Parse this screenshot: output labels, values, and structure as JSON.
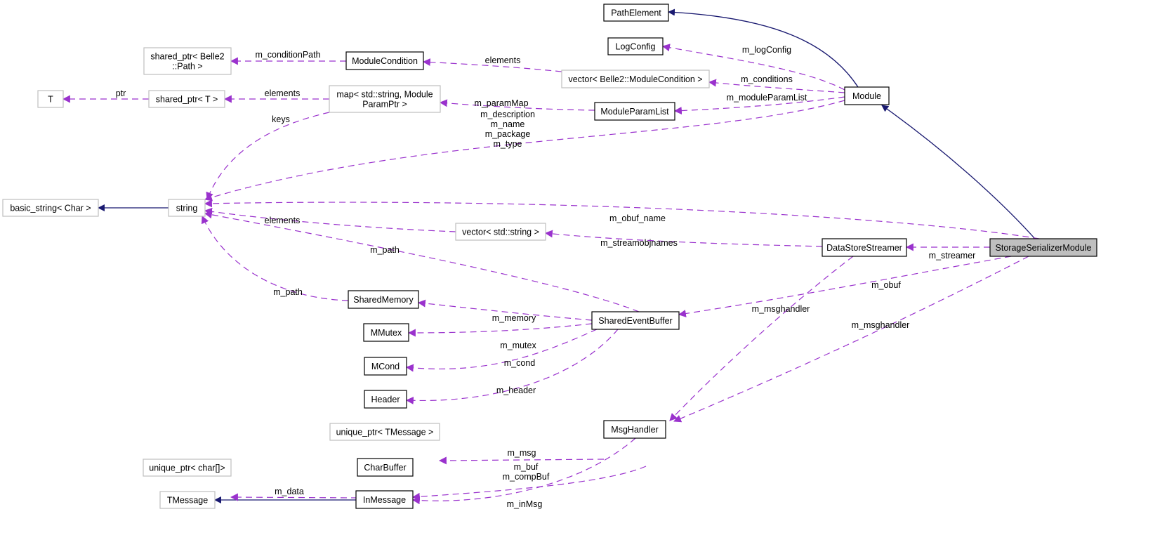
{
  "colors": {
    "inherit_edge": "#191970",
    "use_edge": "#9a32cd",
    "focus_fill": "#bfbfbf",
    "doc_border": "#000000",
    "ext_border": "#bfbfbf"
  },
  "nodes": {
    "PathElement": {
      "lines": [
        "PathElement"
      ],
      "kind": "doc"
    },
    "LogConfig": {
      "lines": [
        "LogConfig"
      ],
      "kind": "doc"
    },
    "ModuleCondition": {
      "lines": [
        "ModuleCondition"
      ],
      "kind": "doc"
    },
    "vectorModuleCondition": {
      "lines": [
        "vector< Belle2::ModuleCondition >"
      ],
      "kind": "ext"
    },
    "sharedPtrPath": {
      "lines": [
        "shared_ptr< Belle2",
        "::Path >"
      ],
      "kind": "ext"
    },
    "T": {
      "lines": [
        "T"
      ],
      "kind": "ext"
    },
    "sharedPtrT": {
      "lines": [
        "shared_ptr< T >"
      ],
      "kind": "ext"
    },
    "mapParam": {
      "lines": [
        "map< std::string, Module",
        "ParamPtr >"
      ],
      "kind": "ext"
    },
    "ModuleParamList": {
      "lines": [
        "ModuleParamList"
      ],
      "kind": "doc"
    },
    "Module": {
      "lines": [
        "Module"
      ],
      "kind": "doc"
    },
    "basicString": {
      "lines": [
        "basic_string< Char >"
      ],
      "kind": "ext"
    },
    "string": {
      "lines": [
        "string"
      ],
      "kind": "ext"
    },
    "vectorString": {
      "lines": [
        "vector< std::string >"
      ],
      "kind": "ext"
    },
    "DataStoreStreamer": {
      "lines": [
        "DataStoreStreamer"
      ],
      "kind": "doc"
    },
    "StorageSerializerModule": {
      "lines": [
        "StorageSerializerModule"
      ],
      "kind": "focus"
    },
    "SharedMemory": {
      "lines": [
        "SharedMemory"
      ],
      "kind": "doc"
    },
    "SharedEventBuffer": {
      "lines": [
        "SharedEventBuffer"
      ],
      "kind": "doc"
    },
    "MMutex": {
      "lines": [
        "MMutex"
      ],
      "kind": "doc"
    },
    "MCond": {
      "lines": [
        "MCond"
      ],
      "kind": "doc"
    },
    "Header": {
      "lines": [
        "Header"
      ],
      "kind": "doc"
    },
    "uniquePtrTMessage": {
      "lines": [
        "unique_ptr< TMessage >"
      ],
      "kind": "ext"
    },
    "MsgHandler": {
      "lines": [
        "MsgHandler"
      ],
      "kind": "doc"
    },
    "uniquePtrChar": {
      "lines": [
        "unique_ptr< char[]>"
      ],
      "kind": "ext"
    },
    "CharBuffer": {
      "lines": [
        "CharBuffer"
      ],
      "kind": "doc"
    },
    "TMessage": {
      "lines": [
        "TMessage"
      ],
      "kind": "ext"
    },
    "InMessage": {
      "lines": [
        "InMessage"
      ],
      "kind": "doc"
    }
  },
  "edges": [
    {
      "from": "Module",
      "to": "PathElement",
      "type": "inherit",
      "label": []
    },
    {
      "from": "StorageSerializerModule",
      "to": "Module",
      "type": "inherit",
      "label": []
    },
    {
      "from": "string",
      "to": "basicString",
      "type": "inherit",
      "label": []
    },
    {
      "from": "InMessage",
      "to": "TMessage",
      "type": "inherit",
      "label": []
    },
    {
      "from": "Module",
      "to": "LogConfig",
      "type": "use",
      "label": [
        "m_logConfig"
      ]
    },
    {
      "from": "Module",
      "to": "vectorModuleCondition",
      "type": "use",
      "label": [
        "m_conditions"
      ]
    },
    {
      "from": "Module",
      "to": "ModuleParamList",
      "type": "use",
      "label": [
        "m_moduleParamList"
      ]
    },
    {
      "from": "Module",
      "to": "string",
      "type": "use",
      "label": [
        "m_description",
        "m_name",
        "m_package",
        "m_type"
      ]
    },
    {
      "from": "vectorModuleCondition",
      "to": "ModuleCondition",
      "type": "use",
      "label": [
        "elements"
      ]
    },
    {
      "from": "ModuleCondition",
      "to": "sharedPtrPath",
      "type": "use",
      "label": [
        "m_conditionPath"
      ]
    },
    {
      "from": "sharedPtrT",
      "to": "T",
      "type": "use",
      "label": [
        "ptr"
      ]
    },
    {
      "from": "mapParam",
      "to": "sharedPtrT",
      "type": "use",
      "label": [
        "elements"
      ]
    },
    {
      "from": "mapParam",
      "to": "string",
      "type": "use",
      "label": [
        "keys"
      ]
    },
    {
      "from": "ModuleParamList",
      "to": "mapParam",
      "type": "use",
      "label": [
        "m_paramMap"
      ]
    },
    {
      "from": "StorageSerializerModule",
      "to": "string",
      "type": "use",
      "label": [
        "m_obuf_name"
      ]
    },
    {
      "from": "vectorString",
      "to": "string",
      "type": "use",
      "label": [
        "elements"
      ]
    },
    {
      "from": "DataStoreStreamer",
      "to": "vectorString",
      "type": "use",
      "label": [
        "m_streamobjnames"
      ]
    },
    {
      "from": "StorageSerializerModule",
      "to": "DataStoreStreamer",
      "type": "use",
      "label": [
        "m_streamer"
      ]
    },
    {
      "from": "SharedEventBuffer",
      "to": "string",
      "type": "use",
      "label": [
        "m_path"
      ]
    },
    {
      "from": "SharedMemory",
      "to": "string",
      "type": "use",
      "label": [
        "m_path"
      ]
    },
    {
      "from": "StorageSerializerModule",
      "to": "SharedEventBuffer",
      "type": "use",
      "label": [
        "m_obuf"
      ]
    },
    {
      "from": "DataStoreStreamer",
      "to": "MsgHandler",
      "type": "use",
      "label": [
        "m_msghandler"
      ]
    },
    {
      "from": "StorageSerializerModule",
      "to": "MsgHandler",
      "type": "use",
      "label": [
        "m_msghandler"
      ]
    },
    {
      "from": "SharedEventBuffer",
      "to": "SharedMemory",
      "type": "use",
      "label": [
        "m_memory"
      ]
    },
    {
      "from": "SharedEventBuffer",
      "to": "MMutex",
      "type": "use",
      "label": [
        "m_mutex"
      ]
    },
    {
      "from": "SharedEventBuffer",
      "to": "MCond",
      "type": "use",
      "label": [
        "m_cond"
      ]
    },
    {
      "from": "SharedEventBuffer",
      "to": "Header",
      "type": "use",
      "label": [
        "m_header"
      ]
    },
    {
      "from": "MsgHandler",
      "to": "uniquePtrTMessage",
      "type": "use",
      "label": [
        "m_msg"
      ]
    },
    {
      "from": "MsgHandler",
      "to": "CharBuffer",
      "type": "use",
      "label": [
        "m_buf",
        "m_compBuf"
      ]
    },
    {
      "from": "CharBuffer",
      "to": "uniquePtrChar",
      "type": "use",
      "label": [
        "m_data"
      ]
    },
    {
      "from": "MsgHandler",
      "to": "InMessage",
      "type": "use",
      "label": [
        "m_inMsg"
      ]
    }
  ]
}
